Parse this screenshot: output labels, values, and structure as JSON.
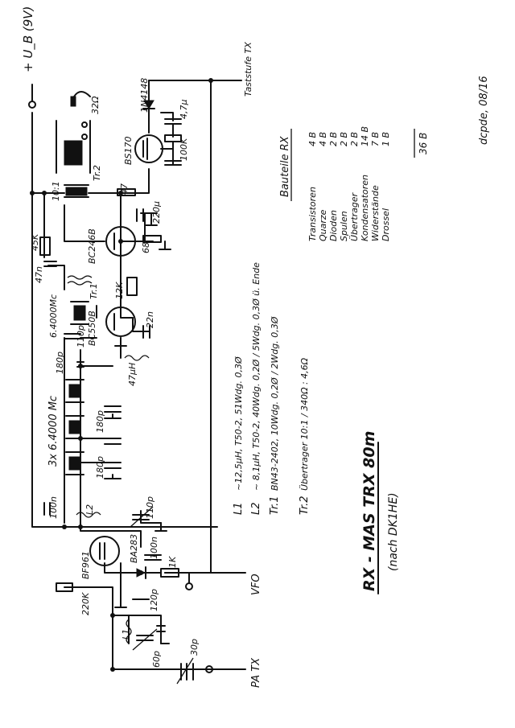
{
  "title": "RX - MAS TRX 80m",
  "subtitle": "(nach DK1HE)",
  "author_date": "dcpde, 08/16",
  "supply": "+ U_B (9V)",
  "ports": {
    "pa_tx": "PA TX",
    "vfo": "VFO",
    "tastst": "Taststufe TX"
  },
  "components": {
    "q_bf961": "BF961",
    "q_bc550": "BC550B",
    "q_bc246": "BC246B",
    "q_bs170": "BS170",
    "d_ba283": "BA283",
    "d_1n4148": "1N4148",
    "r220k": "220K",
    "r1k": "1K",
    "r12k": "12K",
    "r68": "68",
    "r45k": "45K",
    "r47": "47",
    "r100k": "100K",
    "c30p": "30p",
    "c60p": "60p",
    "c120p": "120p",
    "c100n_a": "100n",
    "c110p_a": "110p",
    "c100n_b": "100n",
    "c180p_a": "180p",
    "c180p_b": "180p",
    "c180p_c": "180p",
    "c110p_b": "110p",
    "c22n": "22n",
    "c47n": "47n",
    "c220u": "220µ",
    "c4u7": "4,7µ",
    "l47uh": "47µH",
    "l1": "L1",
    "l2": "L2",
    "tr1": "Tr.1",
    "tr2": "Tr.2",
    "ratio": "10:1",
    "hp": "32Ω",
    "xtals": "3x 6.4000 Mc",
    "xtal_osc": "6.4000Mc"
  },
  "notes": [
    {
      "label": "L1",
      "text": "~12,5µH, T50-2, 51Wdg. 0,3Ø"
    },
    {
      "label": "L2",
      "text": "~ 8,1µH, T50-2, 40Wdg. 0,2Ø / 5Wdg. 0,3Ø ü. Ende"
    },
    {
      "label": "Tr.1",
      "text": "BN43-2402, 10Wdg. 0,2Ø / 2Wdg. 0,3Ø"
    },
    {
      "label": "Tr.2",
      "text": "Übertrager 10:1 / 340Ω : 4,6Ω"
    }
  ],
  "bom": {
    "heading": "Bauteile RX",
    "items": [
      {
        "name": "Transistoren",
        "qty": "4 B"
      },
      {
        "name": "Quarze",
        "qty": "4 B"
      },
      {
        "name": "Dioden",
        "qty": "2 B"
      },
      {
        "name": "Spulen",
        "qty": "2 B"
      },
      {
        "name": "Übertrager",
        "qty": "2 B"
      },
      {
        "name": "Kondensatoren",
        "qty": "14 B"
      },
      {
        "name": "Widerstände",
        "qty": "7 B"
      },
      {
        "name": "Drossel",
        "qty": "1 B"
      }
    ],
    "total": "36 B"
  }
}
